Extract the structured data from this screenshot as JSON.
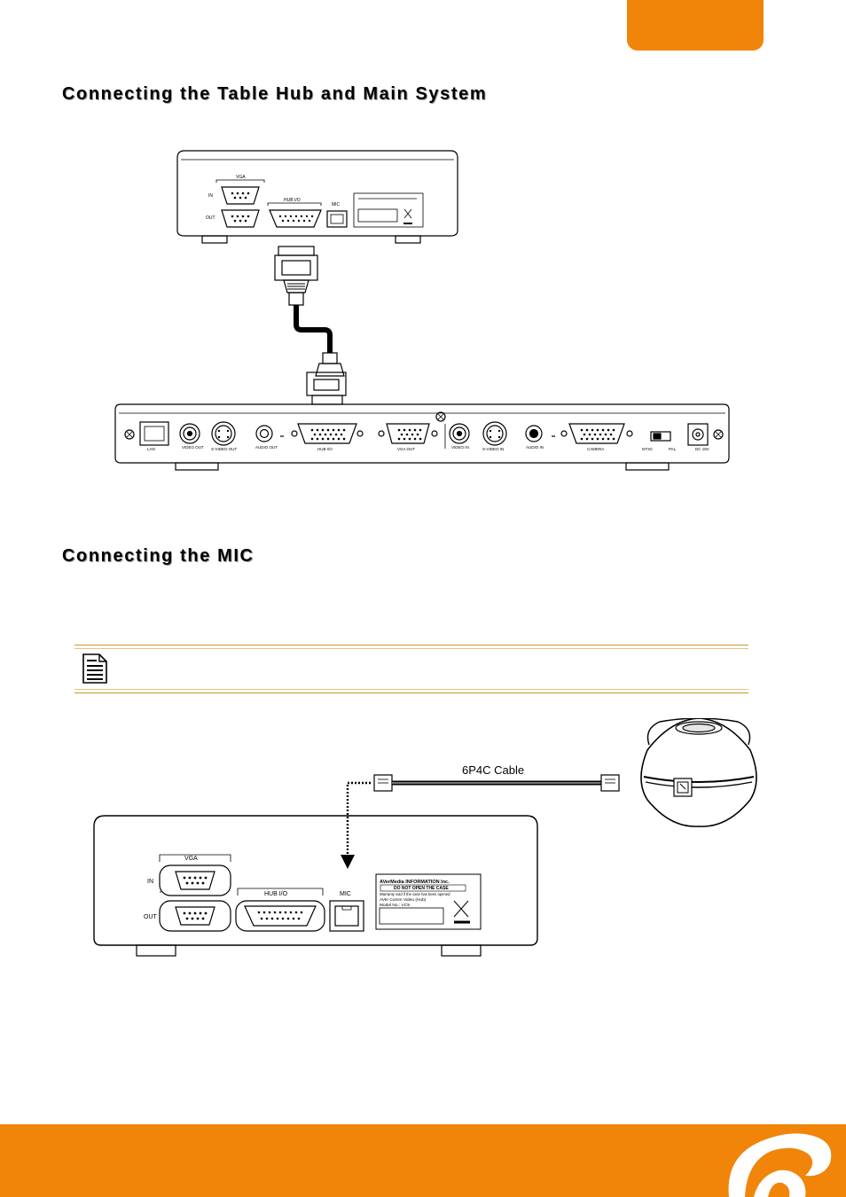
{
  "page": {
    "heading_hub": "Connecting the Table Hub and Main System",
    "heading_mic": "Connecting the MIC"
  },
  "colors": {
    "accent": "#f0850a",
    "note_rule": "#c89a2a"
  },
  "note": {
    "icon": "note-icon",
    "text": ""
  },
  "figure_hub": {
    "system_labels": {
      "vga": "VGA",
      "in": "IN",
      "out": "OUT",
      "hub_io": "HUB I/O",
      "mic": "MIC"
    },
    "hub_labels": {
      "lan": "LAN",
      "video_out": "VIDEO OUT",
      "svideo_out": "S-VIDEO OUT",
      "audio_out": "AUDIO OUT",
      "hub_io": "HUB I/O",
      "vga_out": "VGA OUT",
      "video_in": "VIDEO IN",
      "svideo_in": "S-VIDEO IN",
      "audio_in": "AUDIO IN",
      "camera": "CAMERA",
      "ntsc": "NTSC",
      "pal": "PAL",
      "dc": "DC 18V"
    }
  },
  "figure_mic": {
    "cable_label": "6P4C Cable",
    "labels": {
      "vga": "VGA",
      "in": "IN",
      "out": "OUT",
      "hub_io": "HUB I/O",
      "mic": "MIC"
    },
    "sticker_lines": [
      "AVerMedia INFORMATION Inc.",
      "DO NOT OPEN THE CASE",
      "Warranty void if the case has been opened",
      "AVer Comm Video (Hub)",
      "Model No.: VC9"
    ]
  }
}
